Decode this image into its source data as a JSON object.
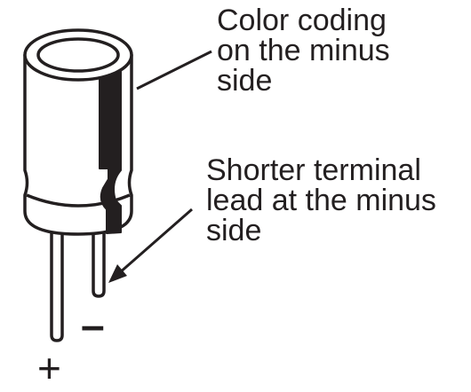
{
  "callouts": {
    "color_coding": {
      "lines": [
        "Color coding",
        "on the minus",
        "side"
      ]
    },
    "shorter_terminal": {
      "lines": [
        "Shorter terminal",
        "lead at the minus",
        "side"
      ]
    }
  },
  "polarity": {
    "plus": "+",
    "minus": "–"
  },
  "colors": {
    "ink": "#231f20",
    "stripe": "#231f20",
    "body": "#ffffff"
  }
}
